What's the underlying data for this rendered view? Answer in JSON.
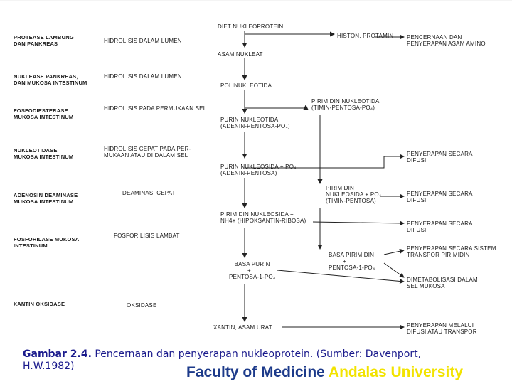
{
  "enzymes": [
    [
      "PROTEASE LAMBUNG",
      "DAN PANKREAS"
    ],
    [
      "NUKLEASE PANKREAS,",
      "DAN MUKOSA INTESTINUM"
    ],
    [
      "FOSFODIESTERASE",
      "MUKOSA INTESTINUM"
    ],
    [
      "NUKLEOTIDASE",
      "MUKOSA INTESTINUM"
    ],
    [
      "ADENOSIN DEAMINASE",
      "MUKOSA INTESTINUM"
    ],
    [
      "FOSFORILASE MUKOSA",
      "INTESTINUM"
    ],
    [
      "XANTIN OKSIDASE"
    ]
  ],
  "processes": [
    [
      "HIDROLISIS DALAM LUMEN"
    ],
    [
      "HIDROLISIS DALAM LUMEN"
    ],
    [
      "HIDROLISIS PADA PERMUKAAN SEL"
    ],
    [
      "HIDROLISIS CEPAT PADA PER-",
      "MUKAAN ATAU DI DALAM SEL"
    ],
    [
      "DEAMINASI CEPAT"
    ],
    [
      "FOSFORILISIS LAMBAT"
    ],
    [
      "OKSIDASE"
    ]
  ],
  "main_path": {
    "diet": "DIET NUKLEOPROTEIN",
    "asam_nukleat": "ASAM NUKLEAT",
    "polinukleotida": "POLINUKLEOTIDA",
    "purin_nukleotida": [
      "PURIN NUKLEOTIDA",
      "(ADENIN-PENTOSA-PO₄)"
    ],
    "purin_nukleosida": [
      "PURIN NUKLEOSIDA + PO₄",
      "(ADENIN-PENTOSA)"
    ],
    "pirimidin_nukleosida_hip": [
      "PIRIMIDIN NUKLEOSIDA +",
      "NH4+ (HIPOKSANTIN-RIBOSA)"
    ],
    "basa_purin": [
      "BASA PURIN",
      "+",
      "PENTOSA-1-PO₄"
    ],
    "xantin": "XANTIN, ASAM URAT"
  },
  "mid_path": {
    "histon": "HISTON, PROTAMIN",
    "pirimidin_nukleotida": [
      "PIRIMIDIN NUKLEOTIDA",
      "(TIMIN-PENTOSA-PO₄)"
    ],
    "pirimidin_nukleosida": [
      "PIRIMIDIN",
      "NUKLEOSIDA + PO₄",
      "(TIMIN-PENTOSA)"
    ],
    "basa_pirimidin": [
      "BASA PIRIMIDIN",
      "+",
      "PENTOSA-1-PO₄"
    ]
  },
  "outcomes": [
    [
      "PENCERNAAN DAN",
      "PENYERAPAN ASAM AMINO"
    ],
    [
      "PENYERAPAN SECARA",
      "DIFUSI"
    ],
    [
      "PENYERAPAN SECARA",
      "DIFUSI"
    ],
    [
      "PENYERAPAN SECARA",
      "DIFUSI"
    ],
    [
      "PENYERAPAN SECARA SISTEM",
      "TRANSPOR PIRIMIDIN"
    ],
    [
      "DIMETABOLISASI DALAM",
      "SEL MUKOSA"
    ],
    [
      "PENYERAPAN MELALUI",
      "DIFUSI ATAU TRANSPOR"
    ]
  ],
  "caption": {
    "label": "Gambar 2.4.",
    "text": " Pencernaan dan penyerapan nukleoprotein. (Sumber: Davenport,",
    "line2": "H.W.1982)"
  },
  "footer": {
    "faculty": "Faculty of Medicine ",
    "university": "Andalas University"
  }
}
